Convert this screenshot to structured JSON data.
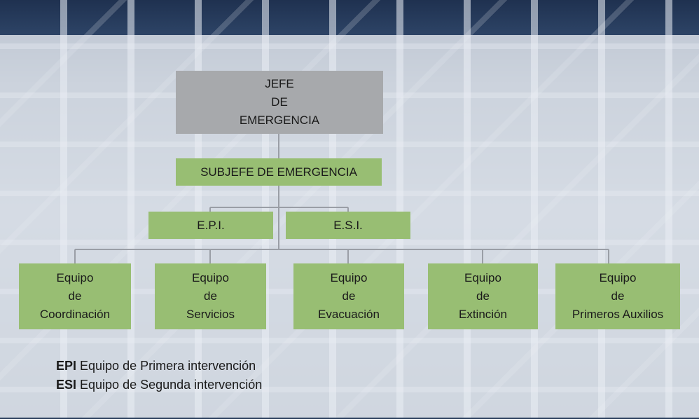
{
  "chart": {
    "root": "JEFE\nDE\nEMERGENCIA",
    "sub": "SUBJEFE DE EMERGENCIA",
    "groups": [
      "E.P.I.",
      "E.S.I."
    ],
    "teams": [
      "Equipo\nde\nCoordinación",
      "Equipo\nde\nServicios",
      "Equipo\nde\nEvacuación",
      "Equipo\nde\nExtinción",
      "Equipo\nde\nPrimeros Auxilios"
    ]
  },
  "legend": [
    {
      "abbr": "EPI",
      "text": " Equipo de Primera intervención"
    },
    {
      "abbr": "ESI",
      "text": " Equipo de Segunda intervención"
    }
  ],
  "colors": {
    "box_gray": "#a7a9ac",
    "box_green": "#98be73",
    "line": "#9a9ea6"
  }
}
